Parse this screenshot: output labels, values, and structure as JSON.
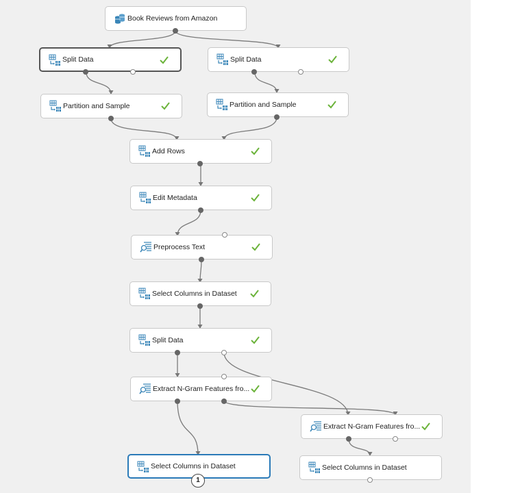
{
  "nodes": [
    {
      "id": "book-reviews",
      "label": "Book Reviews from Amazon",
      "icon": "dataset-icon",
      "status": ""
    },
    {
      "id": "split-data-1",
      "label": "Split Data",
      "icon": "table-transform-icon",
      "status": "completed"
    },
    {
      "id": "split-data-2",
      "label": "Split Data",
      "icon": "table-transform-icon",
      "status": "completed"
    },
    {
      "id": "partition-sample-1",
      "label": "Partition and Sample",
      "icon": "table-transform-icon",
      "status": "completed"
    },
    {
      "id": "partition-sample-2",
      "label": "Partition and Sample",
      "icon": "table-transform-icon",
      "status": "completed"
    },
    {
      "id": "add-rows",
      "label": "Add Rows",
      "icon": "table-transform-icon",
      "status": "completed"
    },
    {
      "id": "edit-metadata",
      "label": "Edit Metadata",
      "icon": "table-transform-icon",
      "status": "completed"
    },
    {
      "id": "preprocess-text",
      "label": "Preprocess Text",
      "icon": "text-analytics-icon",
      "status": "completed"
    },
    {
      "id": "select-columns-1",
      "label": "Select Columns in Dataset",
      "icon": "table-transform-icon",
      "status": "completed"
    },
    {
      "id": "split-data-3",
      "label": "Split Data",
      "icon": "table-transform-icon",
      "status": "completed"
    },
    {
      "id": "ngram-1",
      "label": "Extract N-Gram Features fro...",
      "icon": "text-analytics-icon",
      "status": "completed"
    },
    {
      "id": "ngram-2",
      "label": "Extract N-Gram Features fro...",
      "icon": "text-analytics-icon",
      "status": "completed"
    },
    {
      "id": "select-columns-2",
      "label": "Select Columns in Dataset",
      "icon": "table-transform-icon",
      "status": ""
    },
    {
      "id": "select-columns-3",
      "label": "Select Columns in Dataset",
      "icon": "table-transform-icon",
      "status": ""
    }
  ],
  "badge": "1",
  "colors": {
    "canvas": "#f0f0f0",
    "node_border": "#c8c8c8",
    "selected_border": "#2a7ab8",
    "check": "#6bb33a",
    "icon": "#3a86b8",
    "edge": "#777777"
  }
}
